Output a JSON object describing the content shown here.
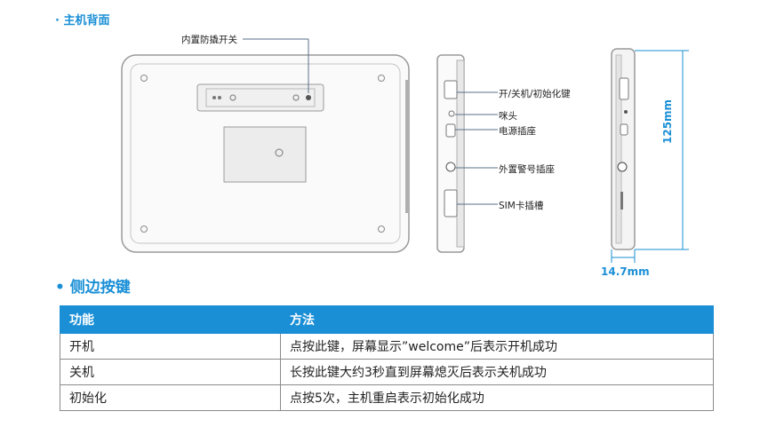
{
  "section_back": "· 主机背面",
  "section_side": "• 侧边按键",
  "labels": {
    "privacy_switch": "内置防撬开关",
    "power_key": "开/关机/初始化键",
    "mic": "咪头",
    "power_socket": "电源插座",
    "alarm_socket": "外置警号插座",
    "sim_slot": "SIM卡插槽"
  },
  "dimensions": {
    "height": "125mm",
    "depth": "14.7mm"
  },
  "table": {
    "headers": [
      "功能",
      "方法"
    ],
    "rows": [
      [
        "开机",
        "点按此键，屏幕显示”welcome”后表示开机成功"
      ],
      [
        "关机",
        "长按此键大约3秒直到屏幕熄灭后表示关机成功"
      ],
      [
        "初始化",
        "点按5次，主机重启表示初始化成功"
      ]
    ]
  },
  "colors": {
    "accent": "#1a8fd6",
    "device_outline": "#9a9a9a"
  }
}
